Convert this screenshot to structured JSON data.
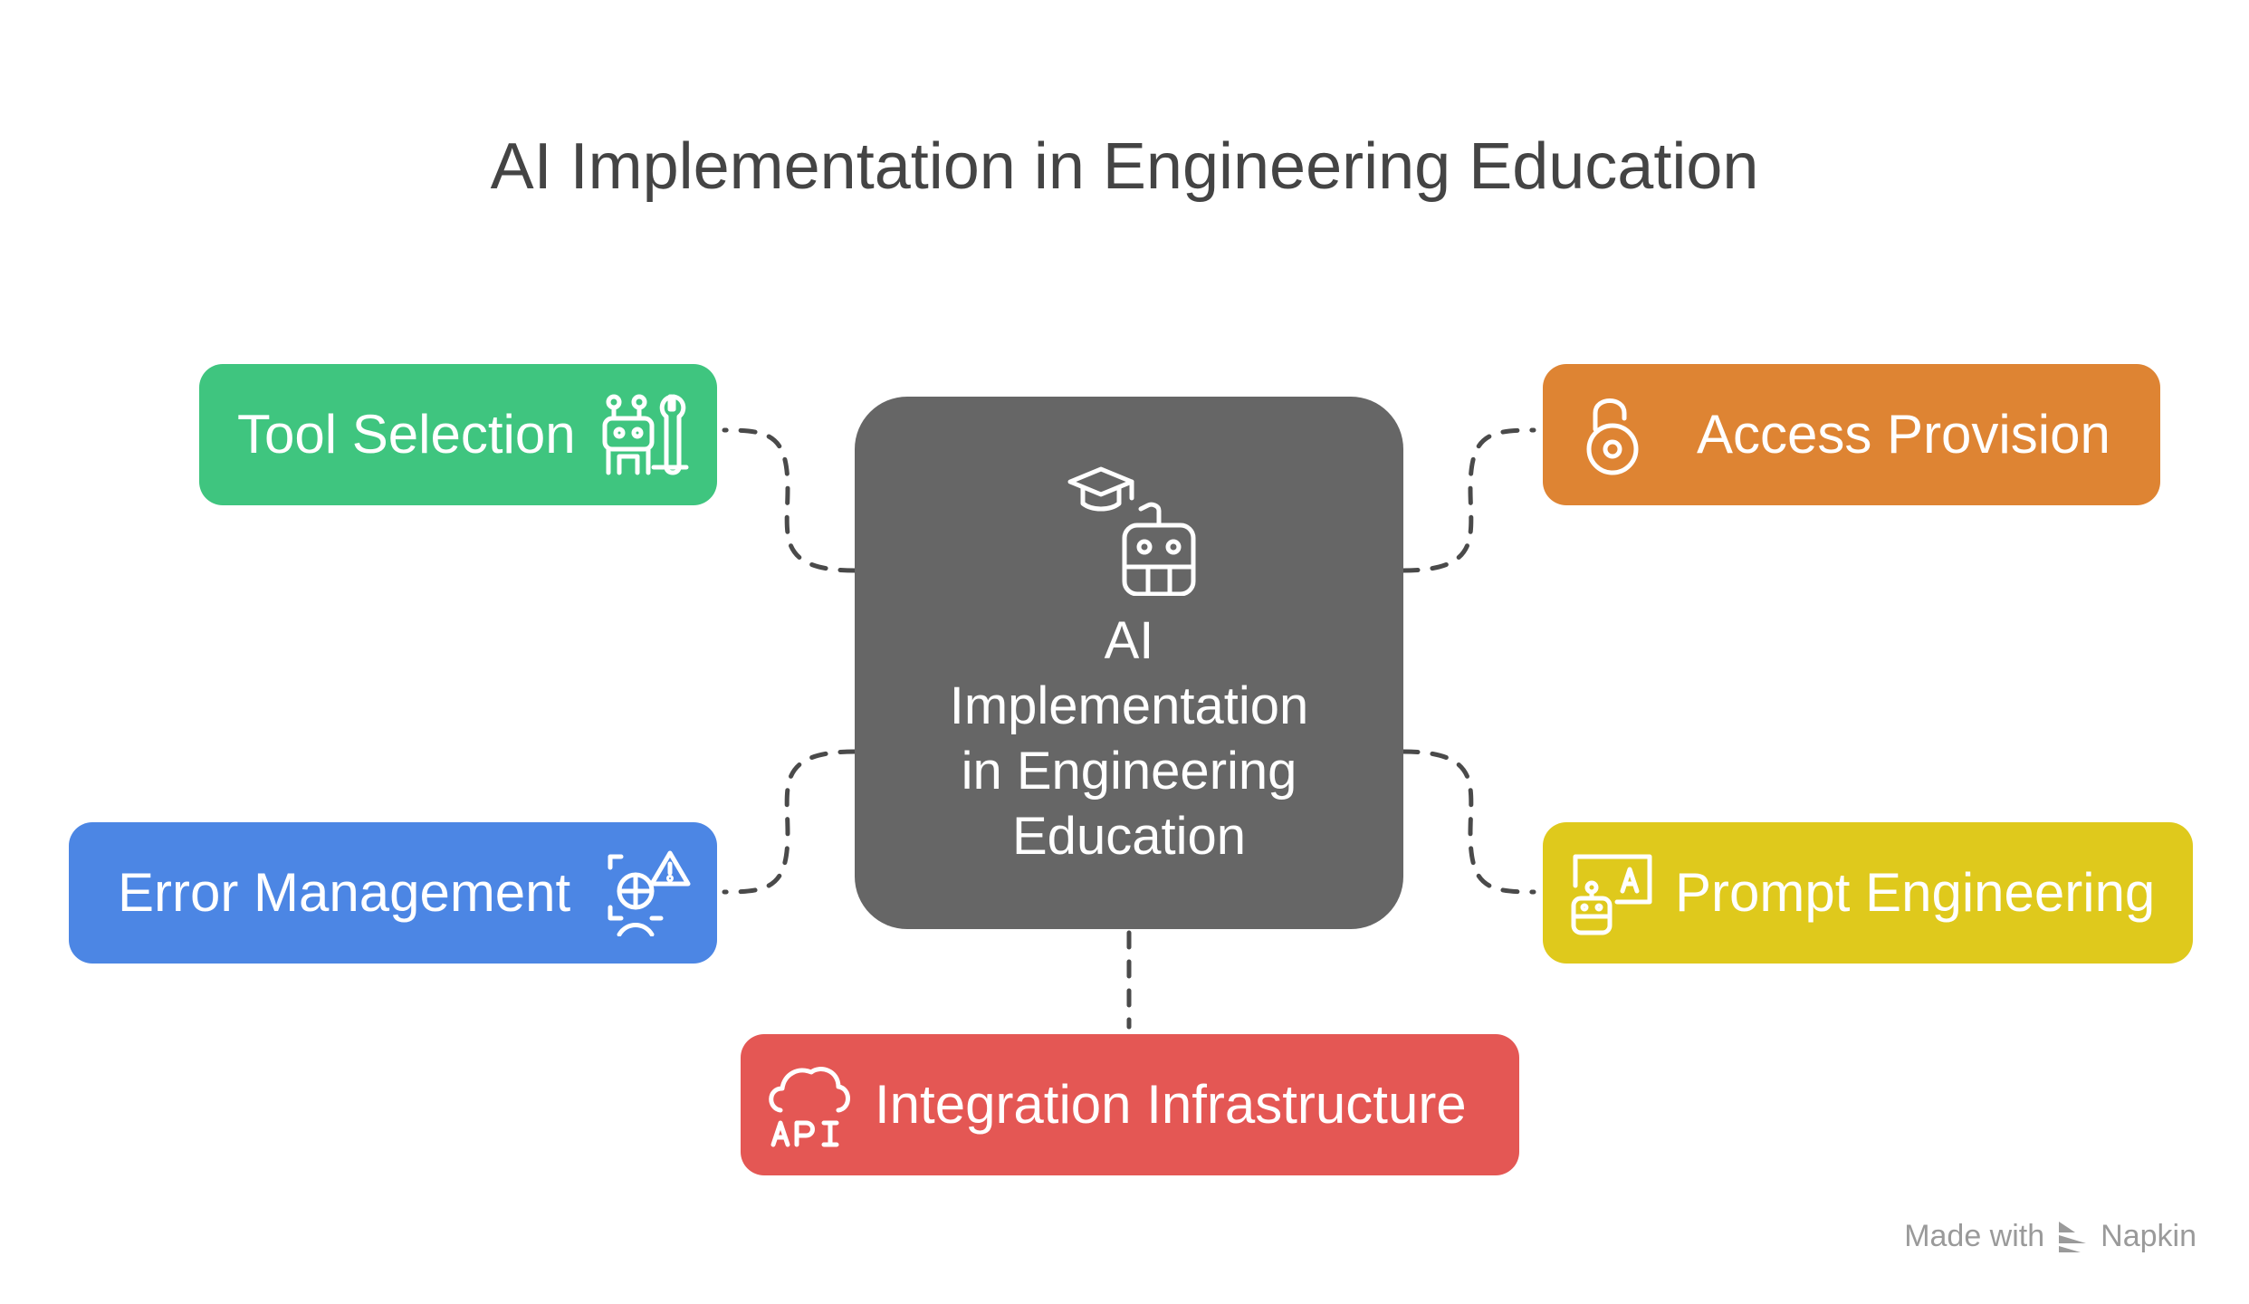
{
  "title": "AI Implementation in Engineering Education",
  "center": {
    "label": "AI Implementation in Engineering Education",
    "icon": "graduation-cap-robot-icon",
    "color": "#666666"
  },
  "nodes": {
    "tool_selection": {
      "label": "Tool Selection",
      "icon": "robot-wrench-icon",
      "color": "#3fc57f"
    },
    "access_provision": {
      "label": "Access Provision",
      "icon": "padlock-icon",
      "color": "#de8433"
    },
    "error_management": {
      "label": "Error Management",
      "icon": "error-scan-warning-icon",
      "color": "#4c86e4"
    },
    "prompt_engineering": {
      "label": "Prompt Engineering",
      "icon": "robot-prompt-board-icon",
      "color": "#dfc91c"
    },
    "integration_infrastructure": {
      "label": "Integration Infrastructure",
      "icon": "cloud-api-icon",
      "color": "#e45754"
    }
  },
  "footer": {
    "made_with": "Made with",
    "brand": "Napkin",
    "icon": "napkin-logo-icon"
  }
}
